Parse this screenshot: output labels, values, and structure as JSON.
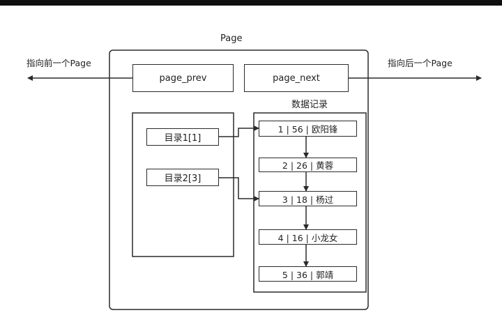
{
  "page": {
    "title": "Page"
  },
  "nav": {
    "prev_label": "指向前一个Page",
    "next_label": "指向后一个Page",
    "prev_box": "page_prev",
    "next_box": "page_next"
  },
  "directory": {
    "items": [
      "目录1[1]",
      "目录2[3]"
    ]
  },
  "records": {
    "title": "数据记录",
    "items": [
      "1 | 56 | 欧阳锋",
      "2 | 26 | 黄蓉",
      "3 | 18 | 杨过",
      "4 | 16 | 小龙女",
      "5 | 36 | 郭靖"
    ]
  }
}
